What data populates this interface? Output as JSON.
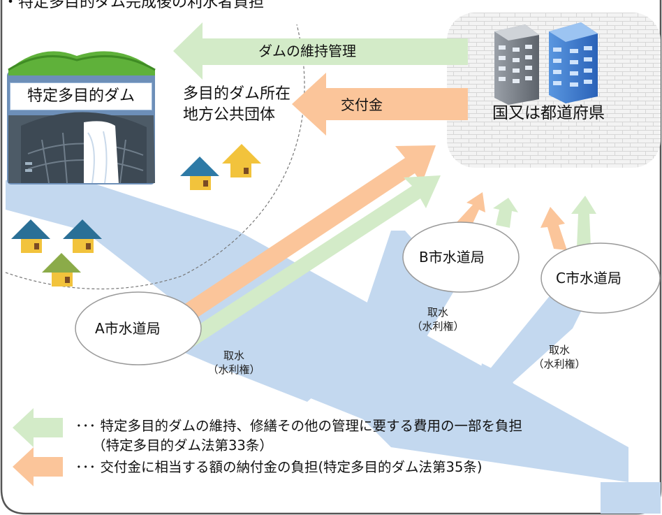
{
  "title": "・特定多目的ダム完成後の利水者負担",
  "labels": {
    "dam": "特定多目的ダム",
    "local_gov_line1": "多目的ダム所在",
    "local_gov_line2": "地方公共団体",
    "prefecture": "国又は都道府県",
    "maintenance_arrow": "ダムの維持管理",
    "grant_arrow": "交付金"
  },
  "bureaus": {
    "a": "A市水道局",
    "b": "B市水道局",
    "c": "C市水道局"
  },
  "intake": {
    "line1": "取水",
    "line2": "（水利権）"
  },
  "legend": {
    "green_line1": "･･･ 特定多目的ダムの維持、修繕その他の管理に要する費用の一部を負担",
    "green_line2": "（特定多目的ダム法第33条）",
    "orange_line1": "･･･ 交付金に相当する額の納付金の負担(特定多目的ダム法第35条)"
  },
  "colors": {
    "green_arrow": "#d3ebc8",
    "orange_arrow": "#fbc59a",
    "river": "#c3d8ef",
    "house_blue": "#2e7aa6",
    "house_teal": "#2a6f96",
    "house_yellow": "#f2c33c",
    "house_green": "#8bab49",
    "frame": "#555555"
  },
  "icons": [
    "dam-illustration",
    "office-building-icon",
    "house-icon",
    "brick-wall-pattern"
  ]
}
